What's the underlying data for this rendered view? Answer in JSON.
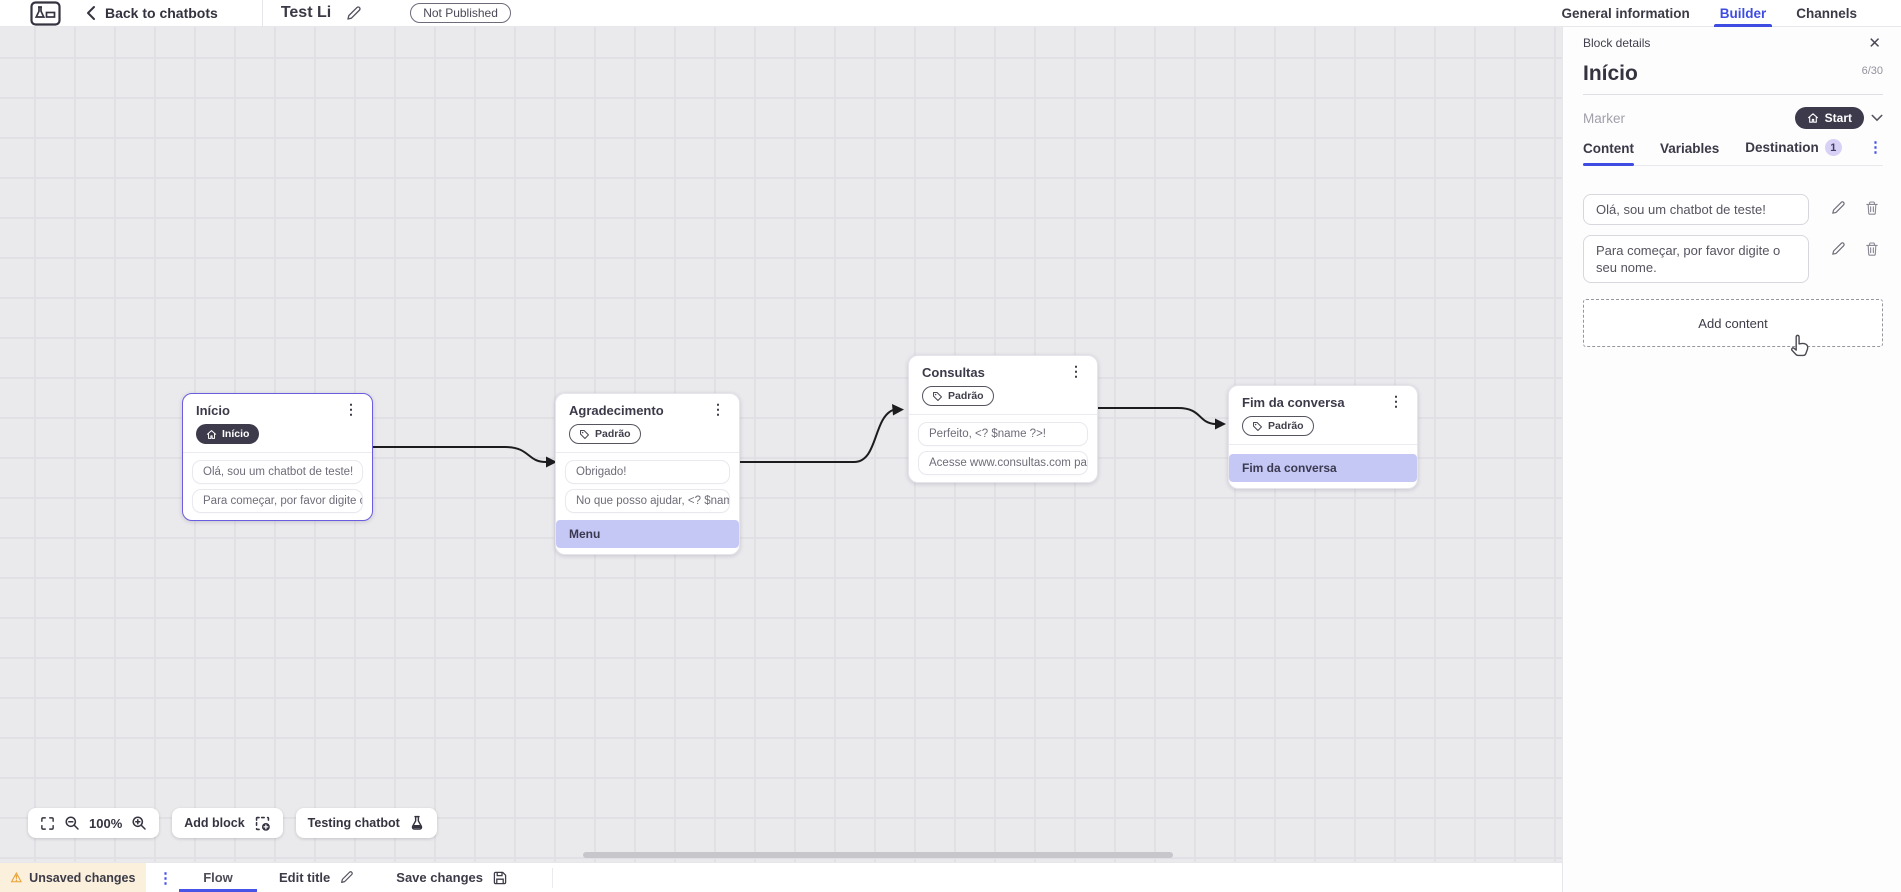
{
  "topbar": {
    "back_label": "Back to chatbots",
    "title": "Test Li",
    "status_badge": "Not Published",
    "tabs": [
      {
        "label": "General information",
        "active": false
      },
      {
        "label": "Builder",
        "active": true
      },
      {
        "label": "Channels",
        "active": false
      }
    ]
  },
  "panel": {
    "header": "Block details",
    "close_icon": "close-icon",
    "block_name": "Início",
    "char_counter": "6/30",
    "marker_label": "Marker",
    "marker_value": "Start",
    "tabs": [
      {
        "label": "Content",
        "active": true
      },
      {
        "label": "Variables",
        "active": false
      },
      {
        "label": "Destination",
        "active": false,
        "badge": "1"
      }
    ],
    "messages": [
      {
        "text": "Olá, sou um chatbot de teste!"
      },
      {
        "text": "Para começar, por favor digite o seu nome."
      }
    ],
    "add_content_label": "Add content"
  },
  "canvas": {
    "nodes": [
      {
        "title": "Início",
        "badge": "Início",
        "badge_type": "start",
        "selected": true,
        "rows": [
          {
            "text": "Olá, sou um chatbot de teste!",
            "type": "message"
          },
          {
            "text": "Para começar, por favor digite o ...",
            "type": "message"
          }
        ]
      },
      {
        "title": "Agradecimento",
        "badge": "Padrão",
        "badge_type": "tag",
        "selected": false,
        "rows": [
          {
            "text": "Obrigado!",
            "type": "message"
          },
          {
            "text": "No que posso ajudar, <? $name ...",
            "type": "message"
          },
          {
            "text": "Menu",
            "type": "button"
          }
        ]
      },
      {
        "title": "Consultas",
        "badge": "Padrão",
        "badge_type": "tag",
        "selected": false,
        "rows": [
          {
            "text": "Perfeito, <? $name ?>!",
            "type": "message"
          },
          {
            "text": "Acesse www.consultas.com par...",
            "type": "message"
          }
        ]
      },
      {
        "title": "Fim da conversa",
        "badge": "Padrão",
        "badge_type": "tag",
        "selected": false,
        "rows": [
          {
            "text": "Fim da conversa",
            "type": "button"
          }
        ]
      }
    ],
    "controls": {
      "zoom_level": "100%",
      "add_block_label": "Add block",
      "testing_label": "Testing chatbot"
    }
  },
  "bottombar": {
    "unsaved_label": "Unsaved changes",
    "flow_tab_label": "Flow",
    "edit_title_label": "Edit title",
    "save_label": "Save changes"
  },
  "colors": {
    "accent_blue": "#3f4ce2",
    "dark_pill": "#3c3a4b",
    "button_row_highlight": "#c5c8f4",
    "selected_node_border": "#6a5de0",
    "canvas_background": "#eae9ec",
    "unsaved_background": "#fbf0dc",
    "warning_orange": "#eba23b",
    "destination_badge": "#d8d1f5"
  }
}
